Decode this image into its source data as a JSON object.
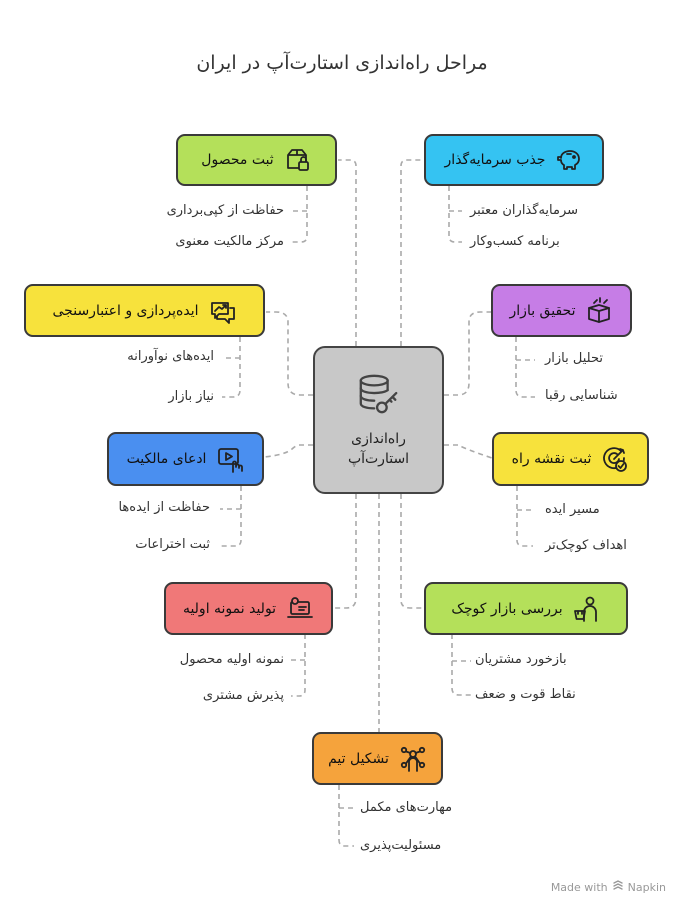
{
  "title": "مراحل راه‌اندازی استارت‌آپ در ایران",
  "center": {
    "label_1": "راه‌اندازی",
    "label_2": "استارت‌آپ",
    "icon": "database-key-icon"
  },
  "nodes": [
    {
      "id": "patent-product",
      "label": "ثبت محصول",
      "color": "#b4e05a",
      "icon": "box-lock-icon",
      "subs": [
        "حفاظت از کپی‌برداری",
        "مرکز مالکیت معنوی"
      ]
    },
    {
      "id": "attract-investor",
      "label": "جذب سرمایه‌گذار",
      "color": "#35c3f2",
      "icon": "piggy-bank-icon",
      "subs": [
        "سرمایه‌گذاران معتبر",
        "برنامه کسب‌وکار"
      ]
    },
    {
      "id": "ideation",
      "label": "ایده‌پردازی و اعتبارسنجی",
      "color": "#f7e23c",
      "icon": "chat-trend-icon",
      "subs": [
        "ایده‌های نوآورانه",
        "نیاز بازار"
      ]
    },
    {
      "id": "market-research",
      "label": "تحقیق بازار",
      "color": "#c67de6",
      "icon": "box-magic-icon",
      "subs": [
        "تحلیل بازار",
        "شناسایی رقبا"
      ]
    },
    {
      "id": "claim-ownership",
      "label": "ادعای مالکیت",
      "color": "#4a8ff0",
      "icon": "video-hand-icon",
      "subs": [
        "حفاظت از ایده‌ها",
        "ثبت اختراعات"
      ]
    },
    {
      "id": "roadmap",
      "label": "ثبت نقشه راه",
      "color": "#f7e23c",
      "icon": "target-check-icon",
      "subs": [
        "مسیر ایده",
        "اهداف کوچک‌تر"
      ]
    },
    {
      "id": "prototype",
      "label": "تولید نمونه اولیه",
      "color": "#f07878",
      "icon": "laptop-gear-icon",
      "subs": [
        "نمونه اولیه محصول",
        "پذیرش مشتری"
      ]
    },
    {
      "id": "small-market",
      "label": "بررسی بازار کوچک",
      "color": "#b4e05a",
      "icon": "shopper-basket-icon",
      "subs": [
        "بازخورد مشتریان",
        "نقاط قوت و ضعف"
      ]
    },
    {
      "id": "team",
      "label": "تشکیل تیم",
      "color": "#f5a33c",
      "icon": "team-network-icon",
      "subs": [
        "مهارت‌های مکمل",
        "مسئولیت‌پذیری"
      ]
    }
  ],
  "footer": {
    "made_with": "Made with",
    "brand": "Napkin"
  }
}
